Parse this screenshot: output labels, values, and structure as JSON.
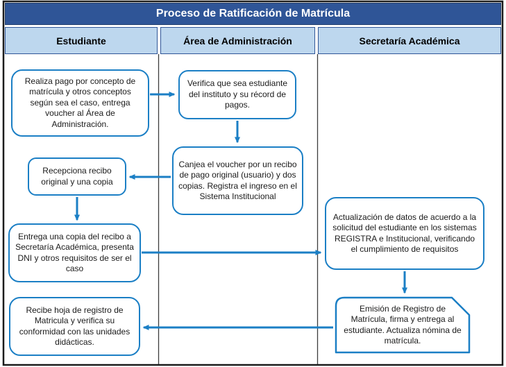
{
  "title": "Proceso de Ratificación de Matrícula",
  "lanes": [
    {
      "label": "Estudiante"
    },
    {
      "label": "Área de Administración"
    },
    {
      "label": "Secretaría Académica"
    }
  ],
  "nodes": {
    "realiza_pago": "Realiza pago por concepto de matrícula y otros conceptos según sea el caso, entrega voucher al Área de Administración.",
    "verifica": "Verifica que sea estudiante del instituto y su récord de pagos.",
    "canjea": "Canjea el voucher por un recibo de pago original (usuario) y dos copias. Registra el ingreso en el Sistema Institucional",
    "recepciona": "Recepciona recibo original y una copia",
    "entrega_copia": "Entrega una copia del recibo a Secretaría Académica, presenta DNI y otros requisitos de ser el caso",
    "actualizacion": "Actualización de datos de acuerdo a la solicitud del estudiante en los sistemas REGISTRA e Institucional, verificando el cumplimiento de requisitos",
    "emision": "Emisión de Registro de Matrícula, firma y entrega al estudiante. Actualiza nómina de matrícula.",
    "recibe_hoja": "Recibe hoja de registro de Matricula y verifica su conformidad con las unidades didácticas."
  },
  "colors": {
    "title_bg": "#2f5597",
    "lane_header_bg": "#bdd7ee",
    "node_border": "#1b7fc5",
    "arrow": "#1b7fc5"
  }
}
